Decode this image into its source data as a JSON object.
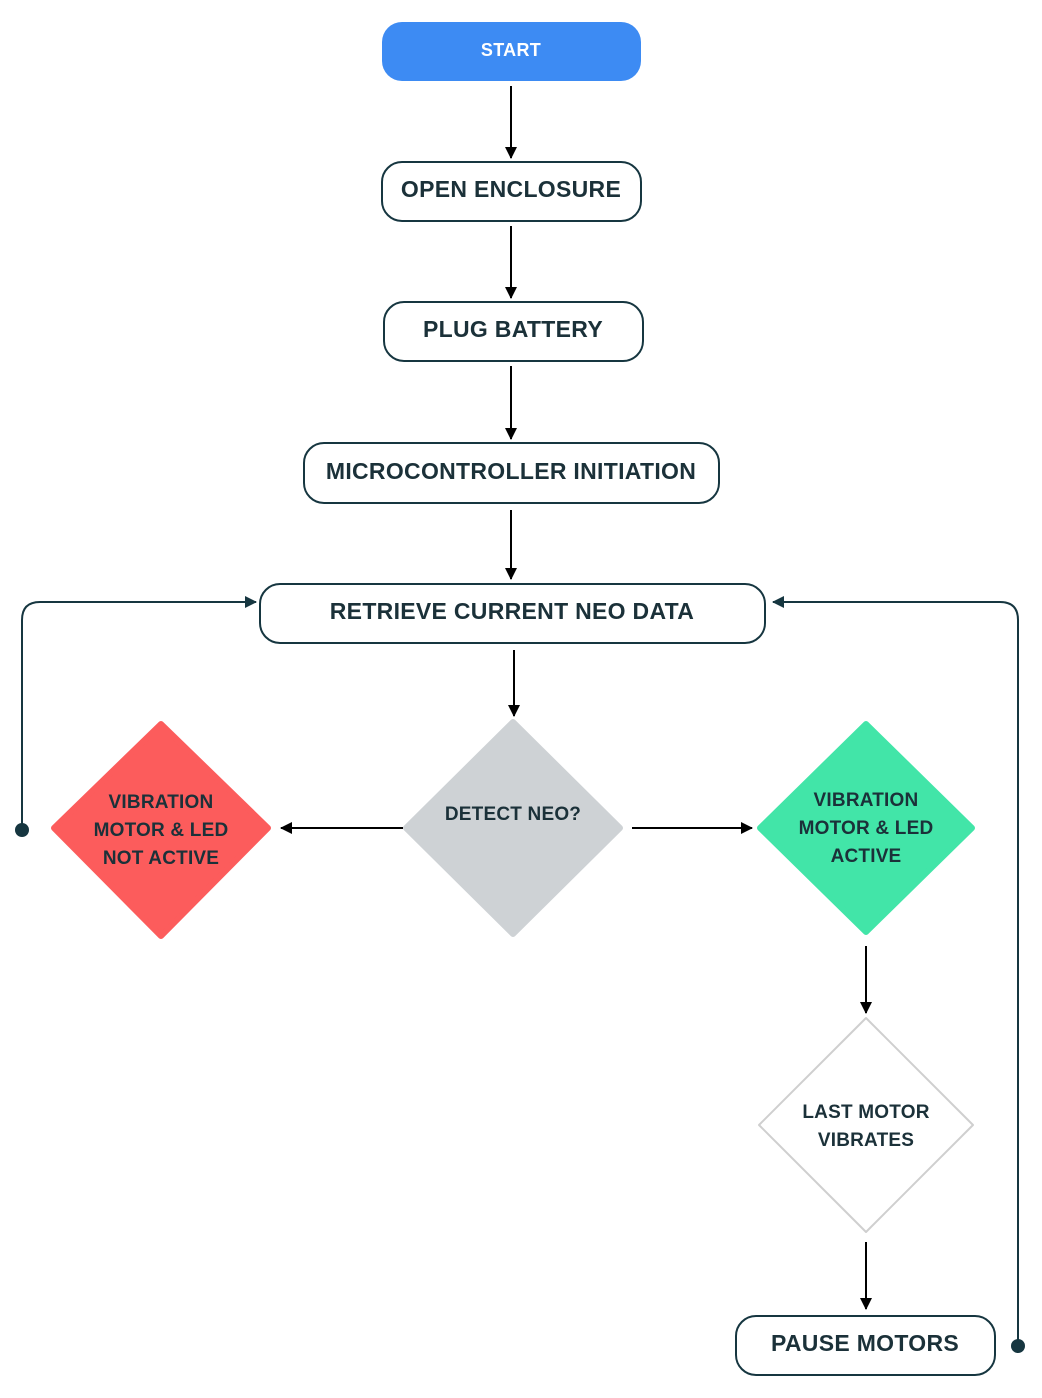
{
  "colors": {
    "start": "#3d8bf3",
    "not_active": "#fc5c5c",
    "decision": "#ced2d5",
    "active": "#42e5a8",
    "outline": "#163640",
    "text": "#1b3139"
  },
  "nodes": {
    "start": "START",
    "open_enclosure": "OPEN ENCLOSURE",
    "plug_battery": "PLUG BATTERY",
    "microcontroller_initiation": "MICROCONTROLLER INITIATION",
    "retrieve_data": "RETRIEVE CURRENT NEO DATA",
    "detect_neo": "DETECT NEO?",
    "not_active": [
      "VIBRATION",
      "MOTOR & LED",
      "NOT ACTIVE"
    ],
    "active": [
      "VIBRATION",
      "MOTOR & LED",
      "ACTIVE"
    ],
    "last_motor": [
      "LAST MOTOR",
      "VIBRATES"
    ],
    "pause_motors": "PAUSE MOTORS"
  }
}
